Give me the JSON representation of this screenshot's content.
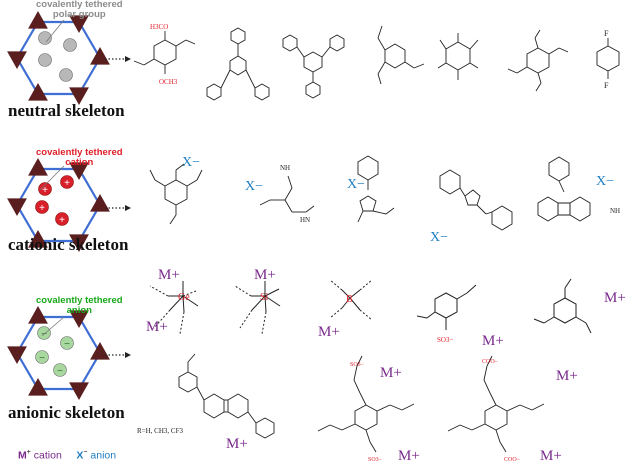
{
  "colors": {
    "gray_label": "#8c8c8c",
    "red_label": "#e0202a",
    "green_label": "#18a81a",
    "maroon": "#5a1e1e",
    "frame_blue": "#3f6fd4",
    "x_anion": "#1f7ec2",
    "m_cation": "#7a2a8c",
    "heteroatom": "#e0202a"
  },
  "rows": [
    {
      "tether_line1": "covalently tethered",
      "tether_line2": "polar group",
      "skeleton_label": "neutral skeleton",
      "node_style": "gray"
    },
    {
      "tether_line1": "covalently tethered",
      "tether_line2": "cation",
      "skeleton_label": "cationic skeleton",
      "node_style": "plus"
    },
    {
      "tether_line1": "covalently tethered",
      "tether_line2": "anion",
      "skeleton_label": "anionic skeleton",
      "node_style": "minus"
    }
  ],
  "legend": {
    "m_symbol": "M",
    "m_text": "cation",
    "x_symbol": "X",
    "x_text": "anion"
  },
  "chem_labels": {
    "m_plus": "M+",
    "x_minus": "X−",
    "r_group": "R=H, CH3, CF3",
    "so3": "SO3−",
    "coo": "COO−",
    "ge": "Ge",
    "si": "Si",
    "boron": "B",
    "oxygen": "O",
    "nitrogen": "N",
    "nh": "NH",
    "hn": "HN",
    "och3": "OCH3",
    "h3co": "H3CO",
    "f": "F"
  }
}
